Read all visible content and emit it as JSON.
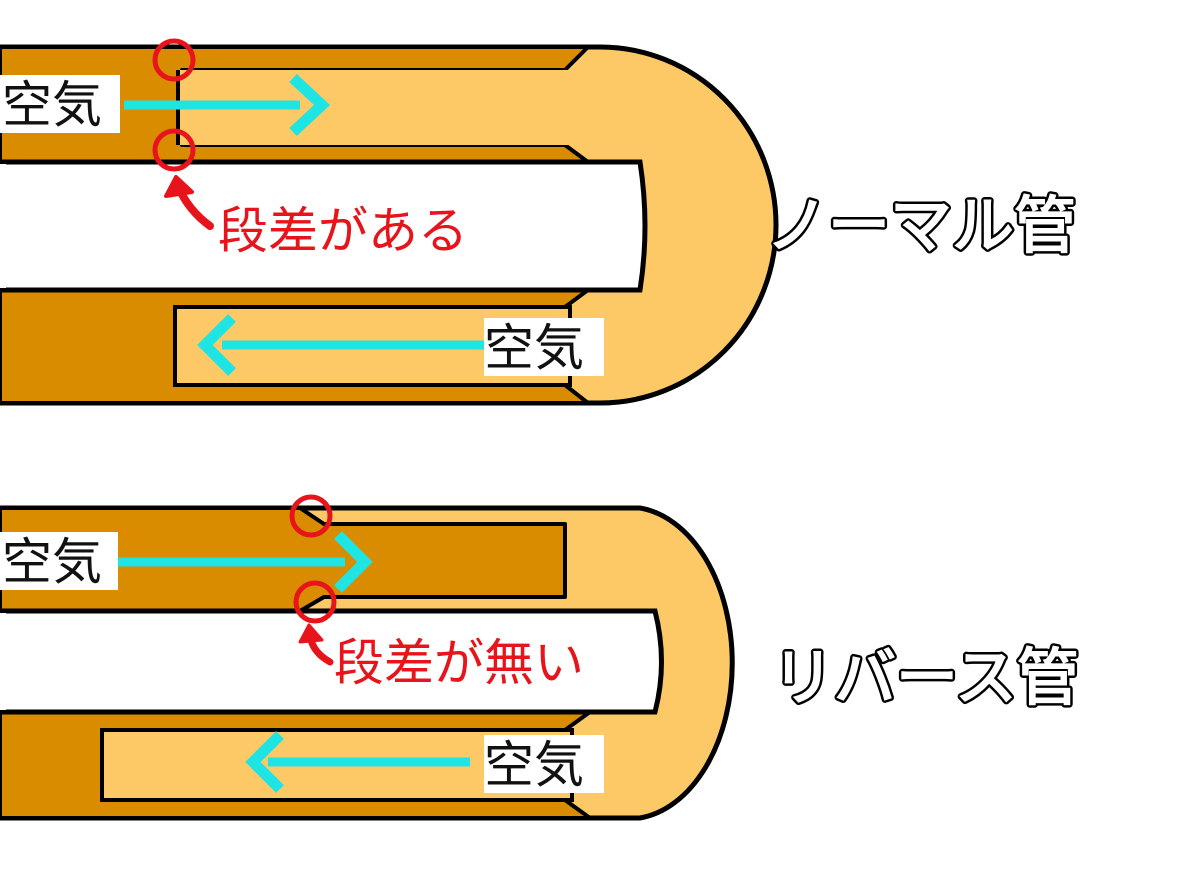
{
  "colors": {
    "dark_tube": "#D98C00",
    "light_tube": "#FDC866",
    "arrow": "#1FE4E4",
    "marker": "#E8141B",
    "outline": "#000000"
  },
  "normal": {
    "title": "ノーマル管",
    "air_label_top": "空気",
    "air_label_bottom": "空気",
    "note": "段差がある"
  },
  "reverse": {
    "title": "リバース管",
    "air_label_top": "空気",
    "air_label_bottom": "空気",
    "note": "段差が無い"
  },
  "icons": {
    "flow_arrow": "right-arrow-icon / left-arrow-icon",
    "highlight": "circle-marker-icon",
    "pointer": "curved-arrow-icon"
  }
}
